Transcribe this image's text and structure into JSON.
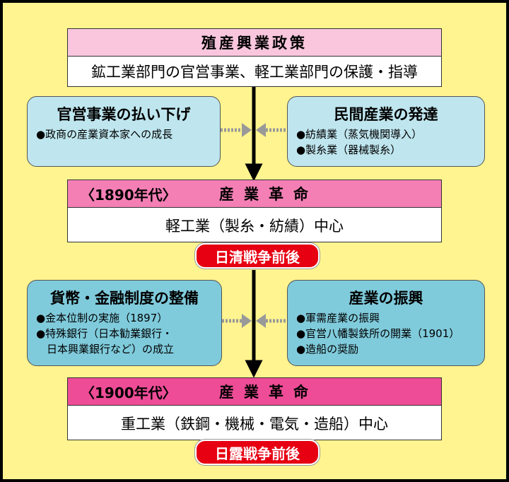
{
  "policy": {
    "title": "殖産興業政策",
    "subtitle": "鉱工業部門の官営事業、軽工業部門の保護・指導"
  },
  "left1": {
    "title": "官営事業の払い下げ",
    "items": [
      "●政商の産業資本家への成長"
    ]
  },
  "right1": {
    "title": "民間産業の発達",
    "items": [
      "●紡績業（蒸気機関導入）",
      "●製糸業（器械製糸）"
    ]
  },
  "era1": {
    "era": "〈1890年代〉",
    "title": "産業革命",
    "content": "軽工業（製糸・紡績）中心",
    "badge": "日清戦争前後"
  },
  "left2": {
    "title": "貨幣・金融制度の整備",
    "items": [
      "●金本位制の実施（1897）",
      "●特殊銀行（日本勧業銀行・",
      "日本興業銀行など）の成立"
    ]
  },
  "right2": {
    "title": "産業の振興",
    "items": [
      "●軍需産業の振興",
      "●官営八幡製鉄所の開業（1901）",
      "●造船の奨励"
    ]
  },
  "era2": {
    "era": "〈1900年代〉",
    "title": "産業革命",
    "content": "重工業（鉄鋼・機械・電気・造船）中心",
    "badge": "日露戦争前後"
  },
  "colors": {
    "background": "#FFF48F",
    "pink_light": "#F9C6DE",
    "pink_mid": "#F47FB5",
    "pink_dark": "#EE4C97",
    "blue_light": "#BFE6EF",
    "blue_mid": "#7FCBDC",
    "badge_red": "#E60012"
  }
}
